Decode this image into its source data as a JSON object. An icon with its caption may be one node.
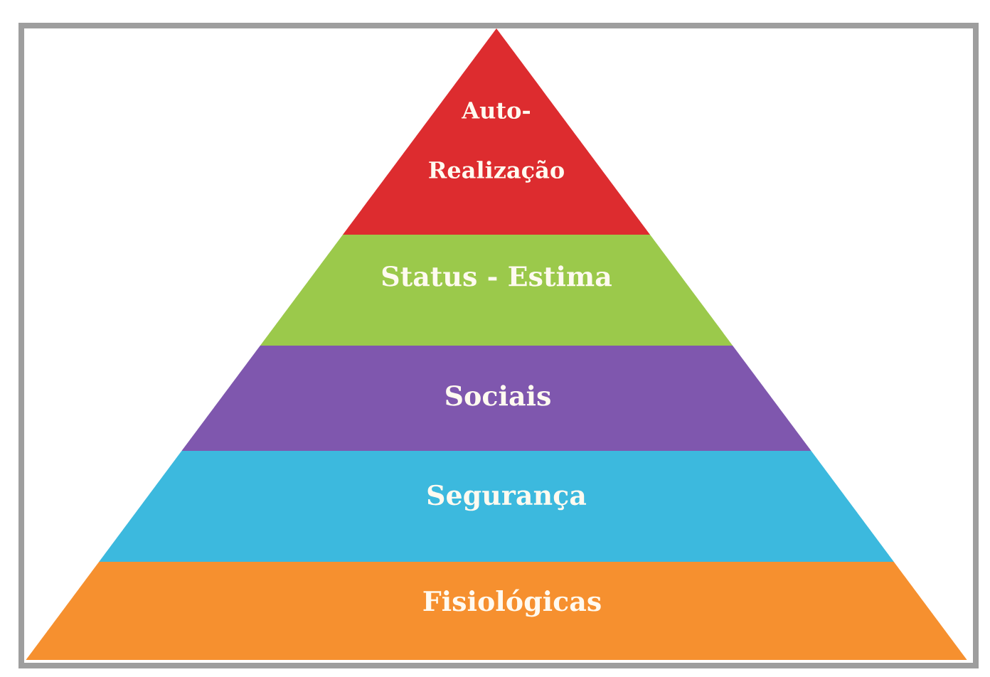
{
  "diagram": {
    "nodes": [
      {
        "text": [
          "Auto- Realização"
        ]
      },
      {
        "text": [
          "Status - Estima"
        ]
      },
      {
        "text": [
          "Sociais"
        ]
      },
      {
        "text": [
          "Segurança"
        ]
      },
      {
        "text": [
          "Fisiológicas"
        ]
      }
    ]
  }
}
